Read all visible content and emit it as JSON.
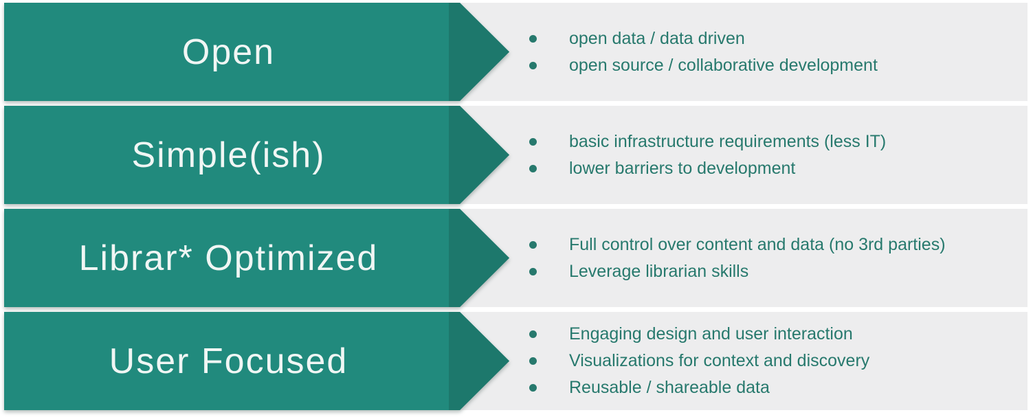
{
  "colors": {
    "page_bg": "#ffffff",
    "slide_bg": "#ededee",
    "arrow_body": "#218a7d",
    "arrow_head": "#1d786c",
    "title_text": "#f0f6f4",
    "bullet_text": "#27796d"
  },
  "rows": [
    {
      "title": "Open",
      "bullets": [
        "open data / data driven",
        "open source / collaborative development"
      ]
    },
    {
      "title": "Simple(ish)",
      "bullets": [
        "basic infrastructure requirements (less IT)",
        "lower barriers to development"
      ]
    },
    {
      "title": "Librar* Optimized",
      "bullets": [
        "Full control over content and data (no 3rd parties)",
        "Leverage librarian skills"
      ]
    },
    {
      "title": "User Focused",
      "bullets": [
        "Engaging design and user interaction",
        "Visualizations for context and discovery",
        "Reusable / shareable data"
      ]
    }
  ]
}
